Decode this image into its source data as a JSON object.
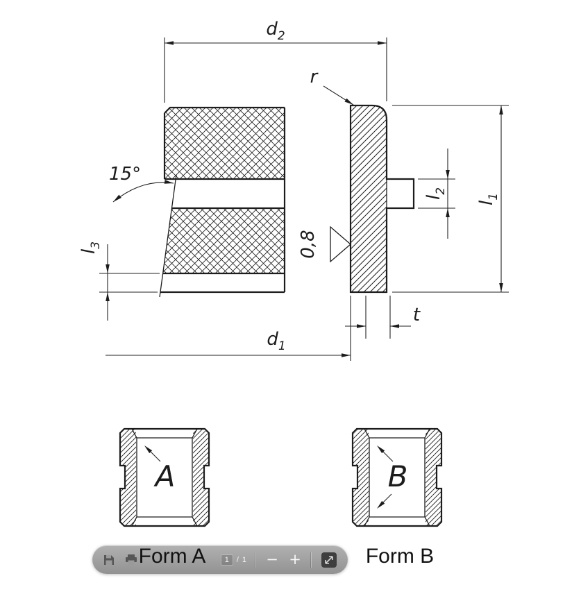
{
  "drawing": {
    "line_color": "#1c1c1c",
    "dims": {
      "d2": {
        "base": "d",
        "sub": "2"
      },
      "d1": {
        "base": "d",
        "sub": "1"
      },
      "l1": {
        "base": "l",
        "sub": "1"
      },
      "l2": {
        "base": "l",
        "sub": "2"
      },
      "l3": {
        "base": "l",
        "sub": "3"
      },
      "r": "r",
      "t": "t",
      "angle": "15°",
      "roughness": "0,8"
    },
    "forms": {
      "letter_a": "A",
      "letter_b": "B",
      "label_a": "Form A",
      "label_b": "Form B"
    }
  },
  "toolbar": {
    "page_current": "1",
    "page_separator": "/",
    "page_total": "1",
    "zoom_out_glyph": "−",
    "zoom_in_glyph": "+",
    "icons": {
      "save": "floppy-disk",
      "print": "printer",
      "fit": "fit-to-page"
    },
    "colors": {
      "pill_top": "#a0a0a0",
      "pill_bottom": "#7a7a7a",
      "icon": "#565656",
      "text": "#ffffff"
    }
  }
}
